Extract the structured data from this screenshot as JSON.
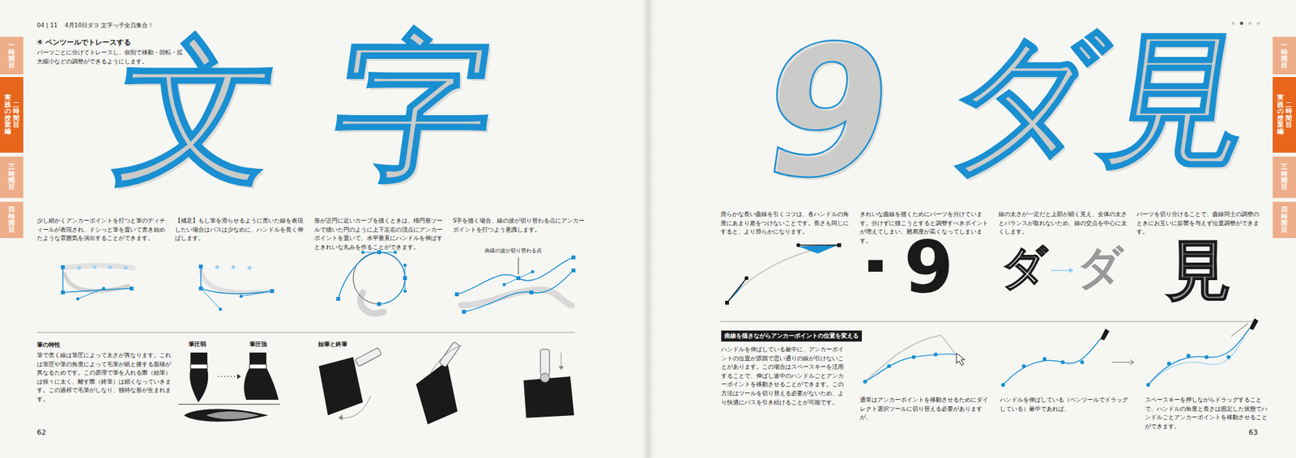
{
  "diagram": {
    "nodes": [
      {
        "text": [
          "一時間目"
        ]
      },
      {
        "text": [
          "二時間目",
          "実践の授業編"
        ]
      },
      {
        "text": [
          "三時間目"
        ]
      },
      {
        "text": [
          "四時間目"
        ]
      },
      {
        "text": [
          "一時間目"
        ]
      },
      {
        "text": [
          "二時間目",
          "実践の授業編"
        ]
      },
      {
        "text": [
          "三時間目"
        ]
      },
      {
        "text": [
          "四時間目"
        ]
      },
      {
        "text": [
          "曲線を描きながらアンカーポイントの位置を変える"
        ]
      }
    ],
    "labels": [
      "04 | 11",
      "4月10日ダヨ 文字っ子全員集合！",
      "④ ペンツールでトレースする",
      "パーツごとに分けてトレースし、個別で移動・回転・拡大縮小などの調整ができるようにします。",
      "文",
      "字",
      "9",
      "ダ",
      "見",
      "少し細かくアンカーポイントを打つと筆のディティールが表現され、ドシっと筆を置いて書き始めたような雰囲気を演出することができます。",
      "【補足】もし筆を滑らせるように書いた線を表現したい場合はパスは少なめに、ハンドルを長く伸ばします。",
      "形が正円に近いカーブを描くときは、楕円形ツールで描いた円のように上下左右の頂点にアンカーポイントを置いて、水平垂直にハンドルを伸ばすときれいな丸みを作ることができます。",
      "S字を描く場合、線の波が切り替わる点にアンカーポイントを打つよう意識します。",
      "曲線の波が切り替わる点",
      "筆の特性",
      "筆で書く線は筆圧によって太さが異なります。これは筆圧や筆の角度によって毛筆が紙と接する面積が異なるためです。この原理で筆を入れる際（始筆）は徐々に太く、離す際（終筆）は細くなっていきます。この過程で毛筆がしなり、独特な形が生まれます。",
      "筆圧弱",
      "筆圧強",
      "始筆と終筆",
      "62",
      "滑らかな長い曲線を引くコツは、各ハンドルの角度にあまり差をつけないことです。長さも同じにすると、より滑らかになります。",
      "きれいな曲線を描くためにパーツを分けています。分けずに描こうとすると調整すべきポイントが増えてしまい、難易度が高くなってしまいます。",
      "線の太さが一定だと上部が細く見え、全体の太さとバランスが取れないため、線の交点を中心に太くします。",
      "パーツを切り分けることで、曲線同士の調整のときにお互いに影響を与えず位置調整ができます。",
      "9",
      "ダ",
      "ダ",
      "見",
      "ハンドルを伸ばしている最中に、アンカーポイントの位置が原因で思い通りの線が引けないことがあります。この場合はスペースキーを活用することで、伸ばし途中のハンドルごとアンカーポイントを移動させることができます。この方法はツールを切り替える必要がないため、より快適にパスを引き続けることが可能です。",
      "通常はアンカーポイントを移動させるためにダイレクト選択ツールに切り替える必要がありますが、",
      "ハンドルを伸ばしている（ペンツールでドラッグしている）最中であれば、",
      "スペースキーを押しながらドラッグすることで、ハンドルの角度と長さは固定した状態でハンドルごとアンカーポイントを移動させることができます。",
      "63"
    ]
  }
}
